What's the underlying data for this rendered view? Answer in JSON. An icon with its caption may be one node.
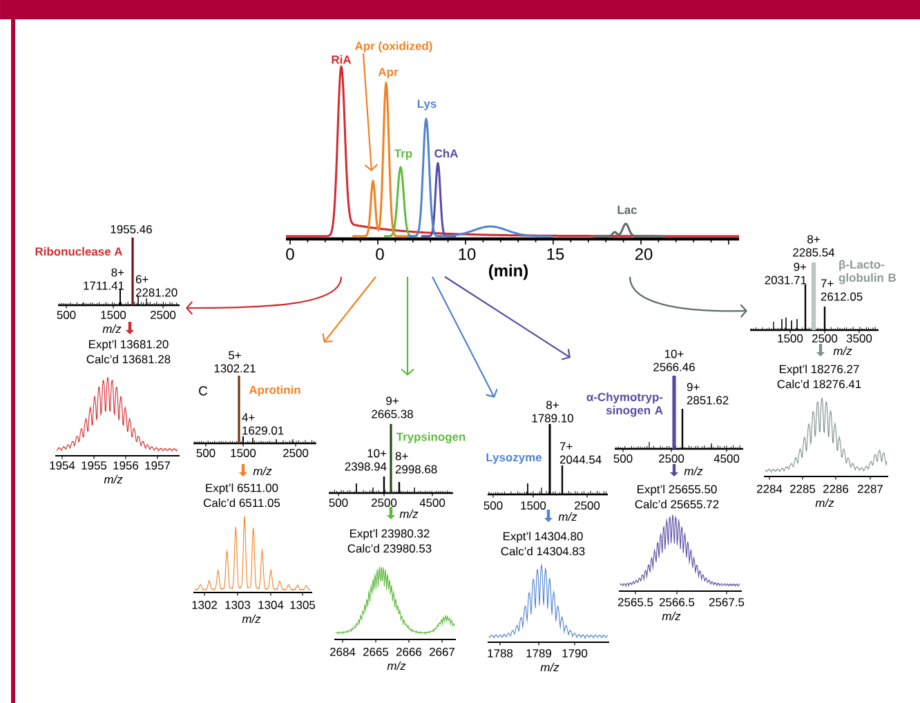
{
  "diagram": {
    "nodes": [
      {
        "text": [
          "RiA",
          "Apr",
          "Trp",
          "Lys",
          "ChA",
          "Lac",
          "0",
          "0",
          "10",
          "15",
          "20",
          "(min)"
        ]
      },
      {
        "text": [
          "Apr (oxidized)"
        ],
        "in": 0
      },
      {
        "text": [
          "1955.46",
          "Ribonuclease A",
          "8+ 1711.41",
          "6+ 2281.20",
          "500",
          "1500",
          "2500",
          "m/z",
          "Expt’l 13681.20",
          "Calc’d 13681.28",
          "1954",
          "1955",
          "1956",
          "1957",
          "m/z"
        ]
      },
      {
        "text": [
          "5+ 1302.21",
          "Aprotinin",
          "4+ 1629.01",
          "500",
          "1500",
          "2500",
          "m/z",
          "Expt’l 6511.00",
          "Calc’d 6511.05",
          "1302",
          "1303",
          "1304",
          "1305",
          "m/z"
        ]
      },
      {
        "text": [
          "9+ 2665.38",
          "Trypsinogen",
          "10+ 2398.94",
          "8+ 2998.68",
          "500",
          "2500",
          "4500",
          "m/z",
          "Expt’l 23980.32",
          "Calc’d 23980.53",
          "2684",
          "2665",
          "2666",
          "2667",
          "m/z"
        ]
      },
      {
        "text": [
          "8+ 1789.10",
          "Lysozyme",
          "7+ 2044.54",
          "500",
          "1500",
          "2500",
          "m/z",
          "Expt’l 14304.80",
          "Calc’d 14304.83",
          "1788",
          "1789",
          "1790",
          "m/z"
        ]
      },
      {
        "text": [
          "10+ 2566.46",
          "α-Chymotryp- sinogen A",
          "9+ 2851.62",
          "500",
          "2500",
          "4500",
          "m/z",
          "Expt’l 25655.50",
          "Calc’d 25655.72",
          "2565.5",
          "2566.5",
          "2567.5",
          "m/z"
        ]
      },
      {
        "text": [
          "8+ 2285.54",
          "9+ 2031.71",
          "β-Lacto- globulin B",
          "7+ 2612.05",
          "1500",
          "2500",
          "3500",
          "m/z",
          "Expt’l 18276.27",
          "Calc’d 18276.41",
          "2284",
          "2285",
          "2286",
          "2287",
          "m/z"
        ]
      }
    ],
    "edges": [
      {
        "from": 0,
        "to": 2,
        "arrow": "to",
        "color": "#d42a2e"
      },
      {
        "from": 0,
        "to": 3,
        "arrow": "to",
        "color": "#f28123"
      },
      {
        "from": 0,
        "to": 4,
        "arrow": "to",
        "color": "#5dbb3c"
      },
      {
        "from": 0,
        "to": 5,
        "arrow": "to",
        "color": "#4f83cc"
      },
      {
        "from": 0,
        "to": 6,
        "arrow": "to",
        "color": "#5a4aa3"
      },
      {
        "from": 0,
        "to": 7,
        "arrow": "to",
        "color": "#5f6b69"
      },
      {
        "from": 1,
        "to": null,
        "arrow": "to",
        "color": "#f28123"
      }
    ],
    "labels": [
      "C"
    ]
  }
}
